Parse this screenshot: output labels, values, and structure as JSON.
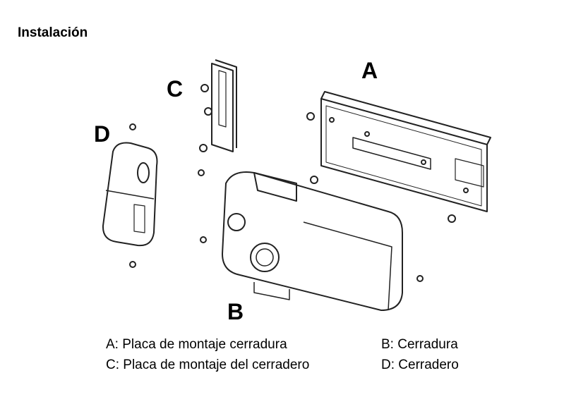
{
  "title": "Instalación",
  "part_labels": {
    "a": "A",
    "b": "B",
    "c": "C",
    "d": "D"
  },
  "legend": {
    "a": "A: Placa de montaje cerradura",
    "b": "B: Cerradura",
    "c": "C: Placa de montaje del cerradero",
    "d": "D: Cerradero"
  }
}
